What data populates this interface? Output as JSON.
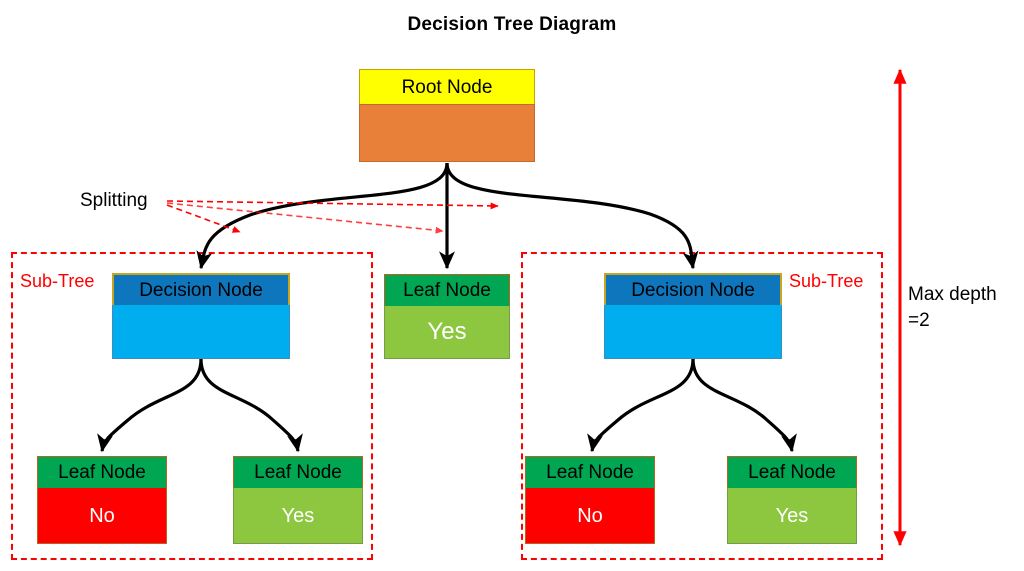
{
  "title": "Decision Tree Diagram",
  "nodes": {
    "root": {
      "header": "Root Node",
      "body": ""
    },
    "decision_left": {
      "header": "Decision Node",
      "body": ""
    },
    "decision_right": {
      "header": "Decision Node",
      "body": ""
    },
    "leaf_center": {
      "header": "Leaf Node",
      "body": "Yes"
    },
    "leaf_b1": {
      "header": "Leaf Node",
      "body": "No"
    },
    "leaf_b2": {
      "header": "Leaf Node",
      "body": "Yes"
    },
    "leaf_b3": {
      "header": "Leaf Node",
      "body": "No"
    },
    "leaf_b4": {
      "header": "Leaf Node",
      "body": "Yes"
    }
  },
  "annotations": {
    "splitting": "Splitting",
    "subtree_left": "Sub-Tree",
    "subtree_right": "Sub-Tree",
    "max_depth_line1": "Max depth",
    "max_depth_line2": "=2"
  },
  "colors": {
    "root_header": "#ffff00",
    "root_body": "#e8803a",
    "decision_header": "#0e76bc",
    "decision_body": "#00aeef",
    "decision_header_border": "#c8a51e",
    "leaf_header": "#00a651",
    "leaf_yes": "#8dc63f",
    "leaf_no": "#ff0000",
    "annotation_red": "#ff0000",
    "connector_black": "#000000",
    "background": "#ffffff"
  }
}
